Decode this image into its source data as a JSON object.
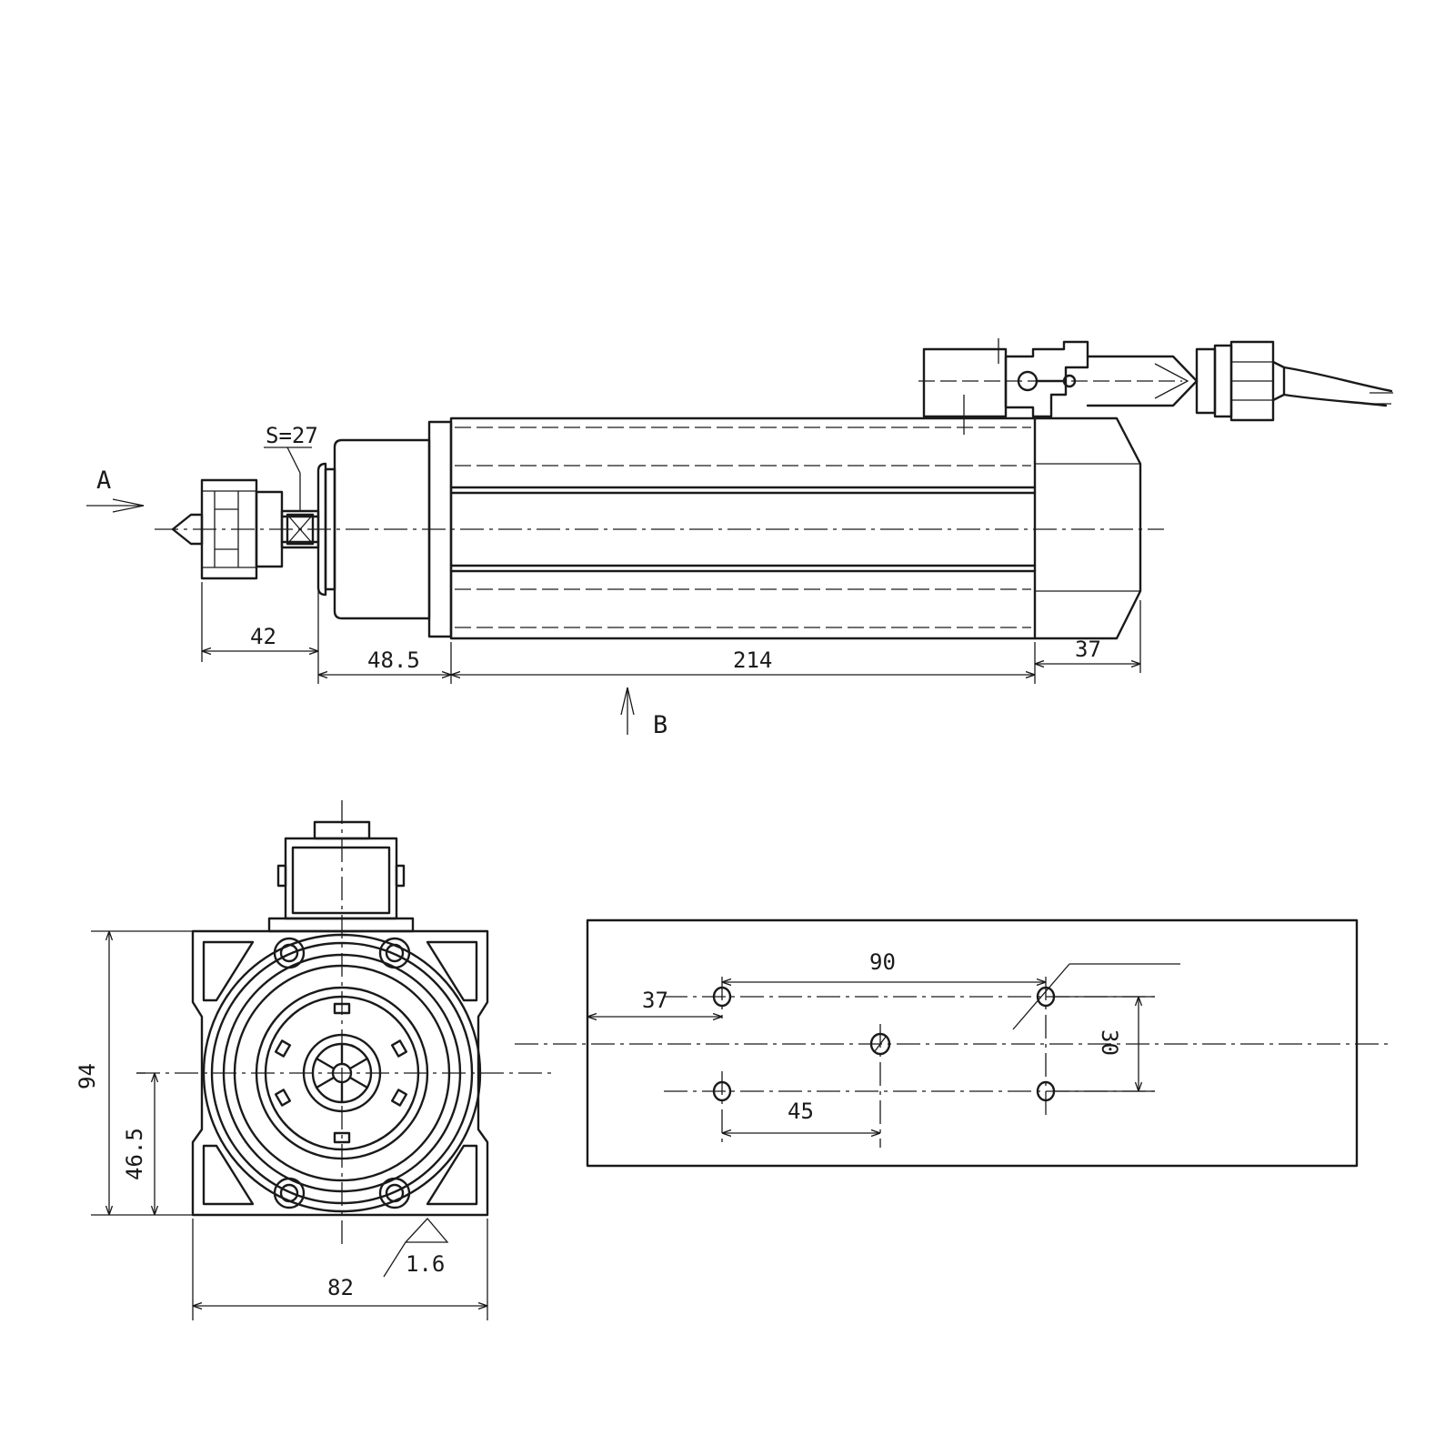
{
  "views": {
    "side": {
      "arrow_a": "A",
      "arrow_b": "B",
      "wrench_size": "S=27",
      "dim_nose": "42",
      "dim_flange": "48.5",
      "dim_body": "214",
      "dim_cap": "37"
    },
    "front": {
      "dim_height": "94",
      "dim_center_height": "46.5",
      "dim_width": "82",
      "surface_finish": "1.6"
    },
    "mounting": {
      "dim_hole_spacing": "90",
      "dim_edge_offset": "37",
      "dim_center_offset": "45",
      "dim_vertical_spacing": "30"
    }
  }
}
